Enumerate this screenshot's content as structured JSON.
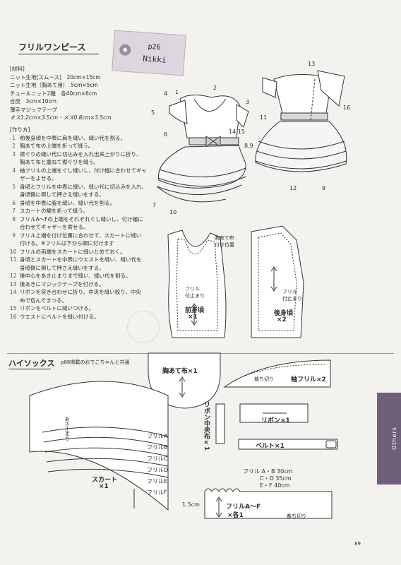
{
  "title": "フリルワンピース",
  "tag": {
    "page": "p26",
    "name": "Nikki"
  },
  "materials": {
    "heading": "[材料]",
    "lines": [
      "ニット生地[スムース]　20cm×15cm",
      "ニット生地（胸あて用）　5cm×5cm",
      "チュールニット2種　各40cm×6cm",
      "合皮　3cm×10cm",
      "薄手マジックテープ",
      "オス1.2cm×3.5cm・メス0.8cm×3.5cm"
    ]
  },
  "howto": {
    "heading": "[作り方]",
    "steps": [
      {
        "n": "1",
        "text": "前後身頃を中表に肩を縫い、縫い代を割る。"
      },
      {
        "n": "2",
        "text": "胸あて布の上端を折って縫う。"
      },
      {
        "n": "3",
        "text": "襟ぐりの縫い代に切込みを入れ出来上がりに折り、"
      },
      {
        "n": "",
        "text": "胸あて布と重ねて襟ぐりを縫う。"
      },
      {
        "n": "4",
        "text": "袖フリルの上端をぐし縫いし、付け幅に合わせてギャ"
      },
      {
        "n": "",
        "text": "ザーをよせる。"
      },
      {
        "n": "5",
        "text": "身頃とフリルを中表に縫い、縫い代に切込みを入れ、"
      },
      {
        "n": "",
        "text": "身頃側に倒して押さえ縫いをする。"
      },
      {
        "n": "6",
        "text": "身頃を中表に脇を縫い、縫い代を割る。"
      },
      {
        "n": "7",
        "text": "スカートの裾を折って縫う。"
      },
      {
        "n": "8",
        "text": "フリルA〜Fの上端をそれぞれぐし縫いし、付け幅に"
      },
      {
        "n": "",
        "text": "合わせてギャザーを寄せる。"
      },
      {
        "n": "9",
        "text": "フリル上端を付け位置に合わせて、スカートに縫い"
      },
      {
        "n": "",
        "text": "付ける。※フリルは下から順に付けます"
      },
      {
        "n": "10",
        "text": "フリルの両端をスカートに縫いとめておく。"
      },
      {
        "n": "11",
        "text": "身頃とスカートを中表にウエストを縫い、縫い代を"
      },
      {
        "n": "",
        "text": "身頃側に倒して押さえ縫いをする。"
      },
      {
        "n": "12",
        "text": "後中心をあき止まりまで縫い、縫い代を割る。"
      },
      {
        "n": "13",
        "text": "後あきにマジックテープを付ける。"
      },
      {
        "n": "14",
        "text": "リボンを突き合わせに折り、中央を縫い絞り、中央"
      },
      {
        "n": "",
        "text": "布で包んでまつる。"
      },
      {
        "n": "15",
        "text": "リボンをベルトに縫いつける。"
      },
      {
        "n": "16",
        "text": "ウエストにベルトを縫い付ける。"
      }
    ]
  },
  "front_numbers": [
    "1",
    "2",
    "3",
    "4",
    "5",
    "6",
    "14,15",
    "8,9",
    "7",
    "10"
  ],
  "back_numbers": [
    "13",
    "16",
    "11",
    "12",
    "9"
  ],
  "patterns": {
    "front_bodice": {
      "name": "前身頃",
      "count": "×1",
      "frill": "フリル",
      "frill2": "付止まり"
    },
    "back_bodice": {
      "name": "後身頃",
      "count": "×2",
      "frill": "フリル",
      "frill2": "付止まり"
    },
    "bib_pos": "胸あて布",
    "bib_pos2": "付け位置",
    "bib": "胸あて布×1",
    "sleeve_frill": "袖フリル×2",
    "cut_off": "裁ち切り",
    "ribbon_center": "リボン中央布×1",
    "ribbon": "リボン×1",
    "belt": "ベルト×1",
    "skirt": "スカート",
    "skirt_count": "×1",
    "opening": "あき止まり",
    "frills": [
      "フリルA",
      "フリルB",
      "フリルC",
      "フリルD",
      "フリルE",
      "フリルF"
    ],
    "frill_sizes": [
      "フリル A・B  30cm",
      "C・D  35cm",
      "E・F  40cm"
    ],
    "frill_piece": "フリルA〜F",
    "frill_piece_count": "×各1",
    "width": "1.5cm"
  },
  "socks": {
    "title": "ハイソックス",
    "note": "p88掲載のおでこちゃんと共通"
  },
  "side_tab": "Others",
  "page_number": "89",
  "colors": {
    "tab": "#6e5f7a",
    "tag": "#dcd7de",
    "paper": "#f4f2ee"
  }
}
